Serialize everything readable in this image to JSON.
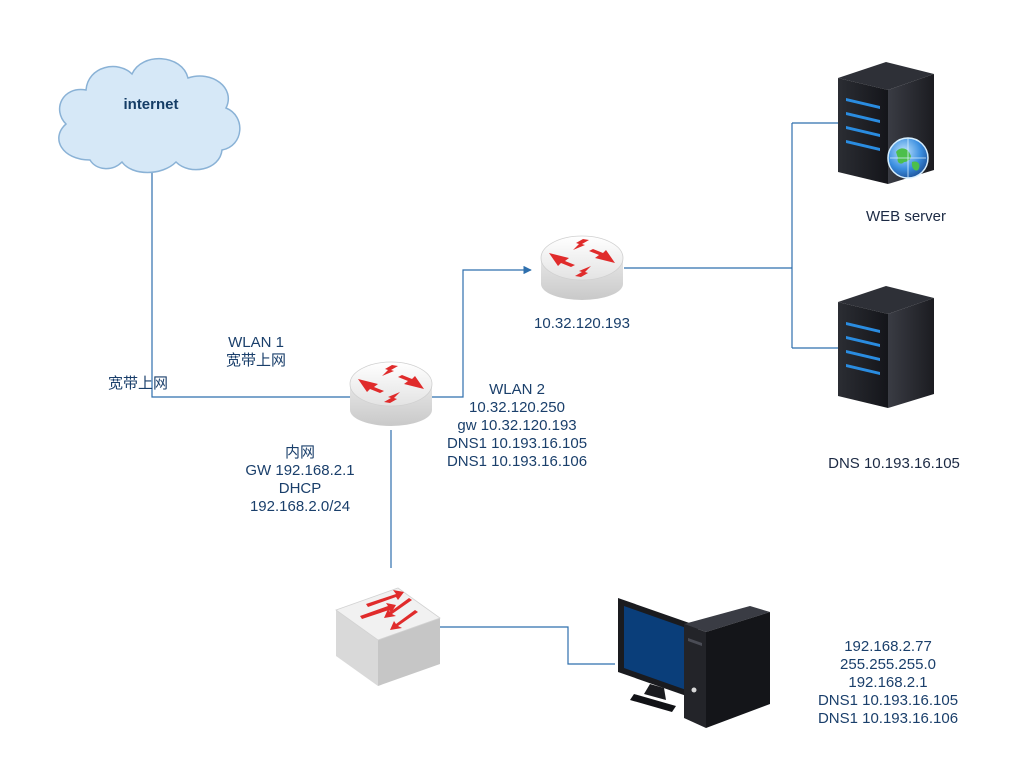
{
  "cloud": {
    "label": "internet"
  },
  "labels": {
    "wan_left": "宽带上网",
    "wlan1": [
      "WLAN 1",
      "宽带上网"
    ],
    "wlan2": [
      "WLAN 2",
      "10.32.120.250",
      "gw 10.32.120.193",
      "DNS1 10.193.16.105",
      "DNS1 10.193.16.106"
    ],
    "lan": [
      "内网",
      "GW 192.168.2.1",
      "DHCP",
      "192.168.2.0/24"
    ],
    "upstream_router": "10.32.120.193",
    "web_server": "WEB server",
    "dns_server": "DNS 10.193.16.105",
    "pc": [
      "192.168.2.77",
      "255.255.255.0",
      "192.168.2.1",
      "DNS1 10.193.16.105",
      "DNS1 10.193.16.106"
    ]
  },
  "colors": {
    "line": "#2e6fad",
    "text": "#1a3f6b",
    "cloud_fill": "#d6e8f7",
    "cloud_stroke": "#8ab2d6",
    "device_body": "#e9e9e9",
    "arrow": "#e02b2b",
    "server_dark": "#1e1f23",
    "led_blue": "#2a8ce0",
    "screen": "#0a3e7a"
  },
  "icons": {
    "cloud": "cloud-icon",
    "router_main": "router-icon",
    "router_upstream": "router-icon",
    "switch": "switch-icon",
    "web_server": "web-server-icon",
    "dns_server": "server-icon",
    "pc": "desktop-computer-icon"
  }
}
